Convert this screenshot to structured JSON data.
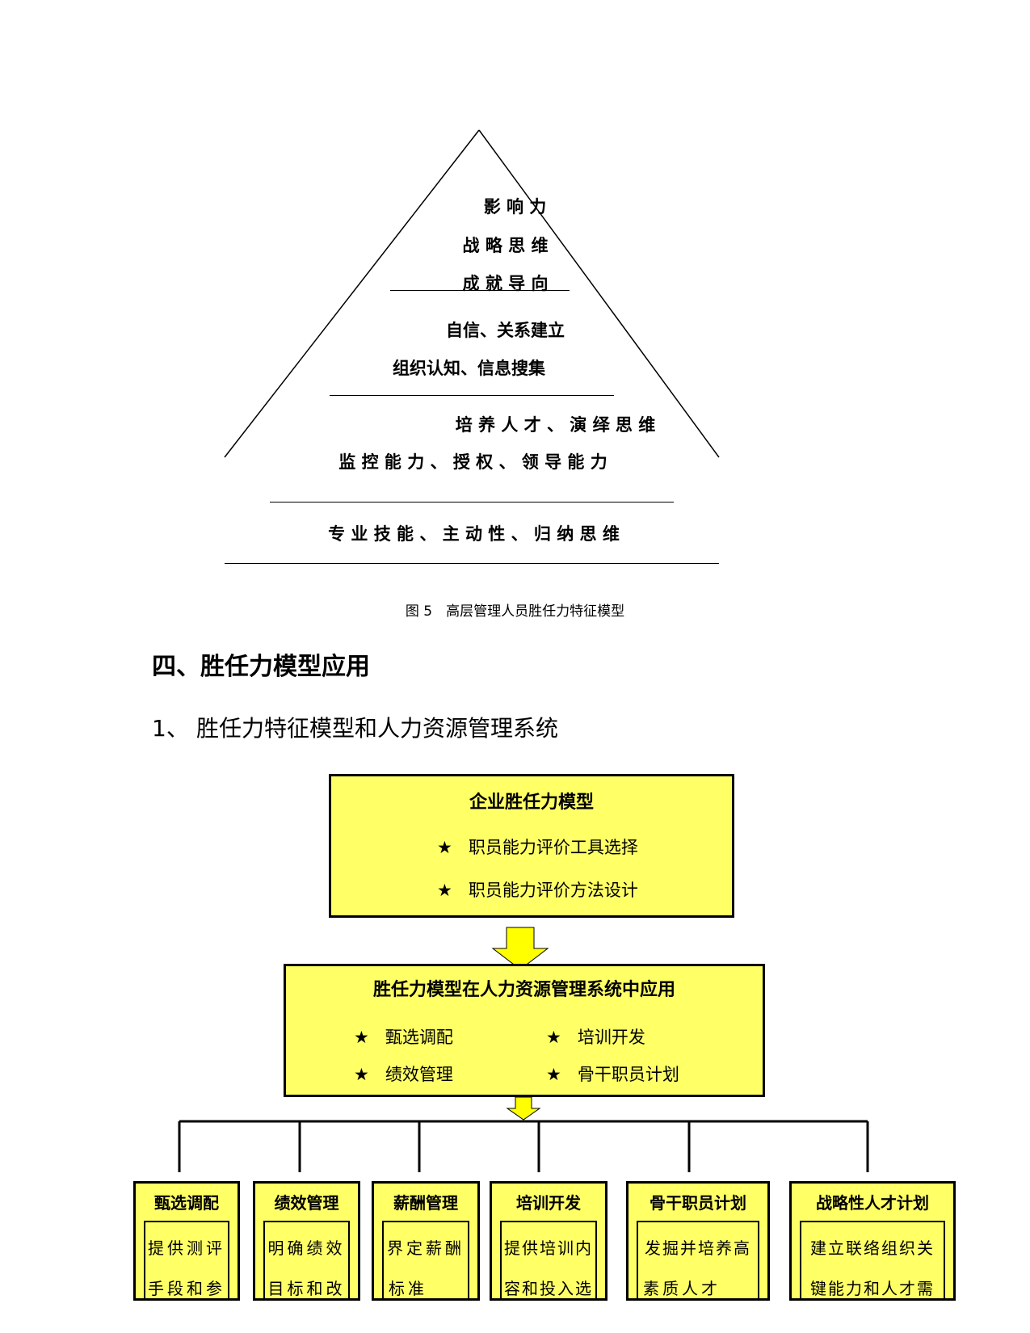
{
  "pyramid": {
    "top": [
      "影 响 力",
      "战 略 思 维",
      "成 就 导 向"
    ],
    "upper_middle": [
      "自信、关系建立",
      "组织认知、信息搜集"
    ],
    "lower_middle": [
      "培 养 人 才 、 演 绎 思 维",
      "监 控 能 力 、 授 权 、 领 导 能 力"
    ],
    "base": "专 业 技 能 、 主 动 性 、 归 纳 思 维"
  },
  "caption": "图 5　高层管理人员胜任力特征模型",
  "section_title": "四、胜任力模型应用",
  "subsection": {
    "num": "1、",
    "title": "胜任力特征模型和人力资源管理系统"
  },
  "flow": {
    "box1": {
      "title": "企业胜任力模型",
      "items": [
        "职员能力评价工具选择",
        "职员能力评价方法设计"
      ]
    },
    "box2": {
      "title": "胜任力模型在人力资源管理系统中应用",
      "items": [
        "甄选调配",
        "培训开发",
        "绩效管理",
        "骨干职员计划"
      ]
    },
    "star": "★",
    "children": [
      {
        "title": "甄选调配",
        "line1": "提供测评",
        "line2": "手段和参"
      },
      {
        "title": "绩效管理",
        "line1": "明确绩效",
        "line2": "目标和改"
      },
      {
        "title": "薪酬管理",
        "line1": "界定薪酬",
        "line2": "标准"
      },
      {
        "title": "培训开发",
        "line1": "提供培训内",
        "line2": "容和投入选"
      },
      {
        "title": "骨干职员计划",
        "line1": "发掘并培养高",
        "line2": "素质人才"
      },
      {
        "title": "战略性人才计划",
        "line1": "建立联络组织关",
        "line2": "键能力和人才需"
      }
    ]
  },
  "colors": {
    "box_fill": "#ffff66",
    "arrow_fill": "#ffff00",
    "line": "#000000"
  }
}
